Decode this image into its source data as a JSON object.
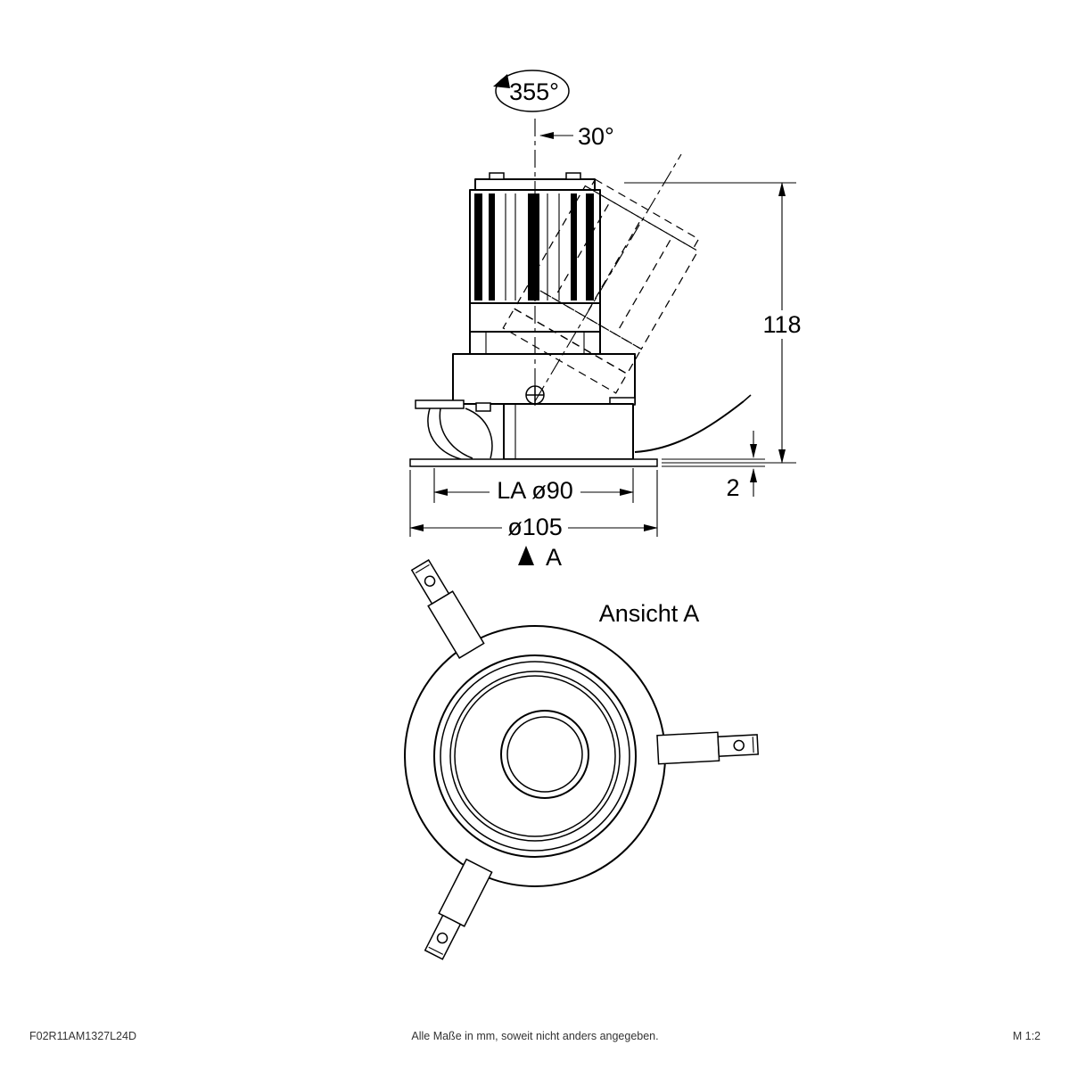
{
  "drawing": {
    "side_view": {
      "rotation_label": "355°",
      "tilt_label": "30°",
      "height_label": "118",
      "trim_thickness_label": "2",
      "cutout_label": "LA ø90",
      "trim_diameter_label": "ø105",
      "view_arrow_label": "A"
    },
    "front_view": {
      "title": "Ansicht A"
    }
  },
  "footer": {
    "article_number": "F02R11AM1327L24D",
    "note": "Alle Maße in mm, soweit nicht anders angegeben.",
    "scale": "M 1:2"
  }
}
